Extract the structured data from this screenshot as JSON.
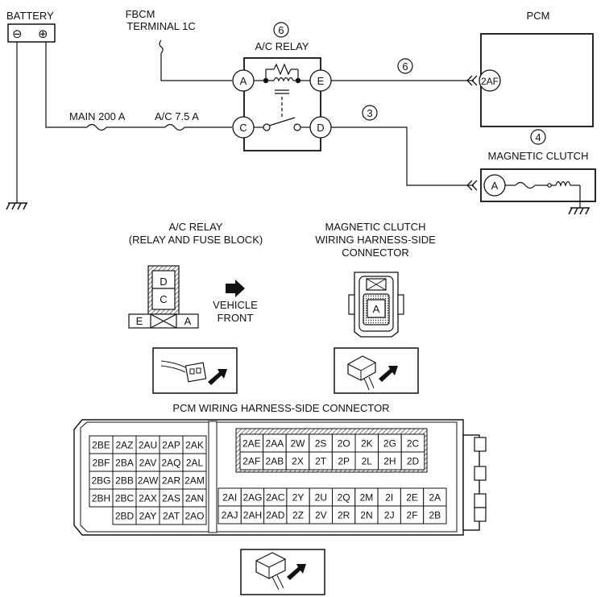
{
  "schematic": {
    "battery_label": "BATTERY",
    "battery_minus": "⊖",
    "battery_plus": "⊕",
    "fbcm_line1": "FBCM",
    "fbcm_line2": "TERMINAL 1C",
    "relay_title": "A/C RELAY",
    "relay_circle_num": "6",
    "pcm_label": "PCM",
    "pcm_terminal": "2AF",
    "wire_num_top": "6",
    "wire_num_mid": "3",
    "clutch_num": "4",
    "clutch_label": "MAGNETIC CLUTCH",
    "fuse_main": "MAIN 200 A",
    "fuse_ac": "A/C 7.5 A",
    "pins": {
      "a": "A",
      "c": "C",
      "e": "E",
      "d": "D",
      "clutch_a": "A"
    }
  },
  "relay_connector": {
    "title_line1": "A/C RELAY",
    "title_line2": "(RELAY AND FUSE BLOCK)",
    "terminal_d": "D",
    "terminal_c": "C",
    "terminal_e": "E",
    "terminal_a": "A",
    "vehicle_line1": "VEHICLE",
    "vehicle_line2": "FRONT"
  },
  "clutch_connector": {
    "title_line1": "MAGNETIC CLUTCH",
    "title_line2": "WIRING HARNESS-SIDE",
    "title_line3": "CONNECTOR",
    "terminal_a": "A"
  },
  "pcm_connector": {
    "title": "PCM WIRING HARNESS-SIDE CONNECTOR",
    "left_block": [
      [
        "2BE",
        "2AZ",
        "2AU",
        "2AP",
        "2AK"
      ],
      [
        "2BF",
        "2BA",
        "2AV",
        "2AQ",
        "2AL"
      ],
      [
        "2BG",
        "2BB",
        "2AW",
        "2AR",
        "2AM"
      ],
      [
        "2BH",
        "2BC",
        "2AX",
        "2AS",
        "2AN"
      ],
      [
        "",
        "2BD",
        "2AY",
        "2AT",
        "2AO"
      ]
    ],
    "right_top": [
      [
        "2AE",
        "2AA",
        "2W",
        "2S",
        "2O",
        "2K",
        "2G",
        "2C"
      ],
      [
        "2AF",
        "2AB",
        "2X",
        "2T",
        "2P",
        "2L",
        "2H",
        "2D"
      ]
    ],
    "right_bottom": [
      [
        "2AI",
        "2AG",
        "2AC",
        "2Y",
        "2U",
        "2Q",
        "2M",
        "2I",
        "2E",
        "2A"
      ],
      [
        "2AJ",
        "2AH",
        "2AD",
        "2Z",
        "2V",
        "2R",
        "2N",
        "2J",
        "2F",
        "2B"
      ]
    ]
  }
}
